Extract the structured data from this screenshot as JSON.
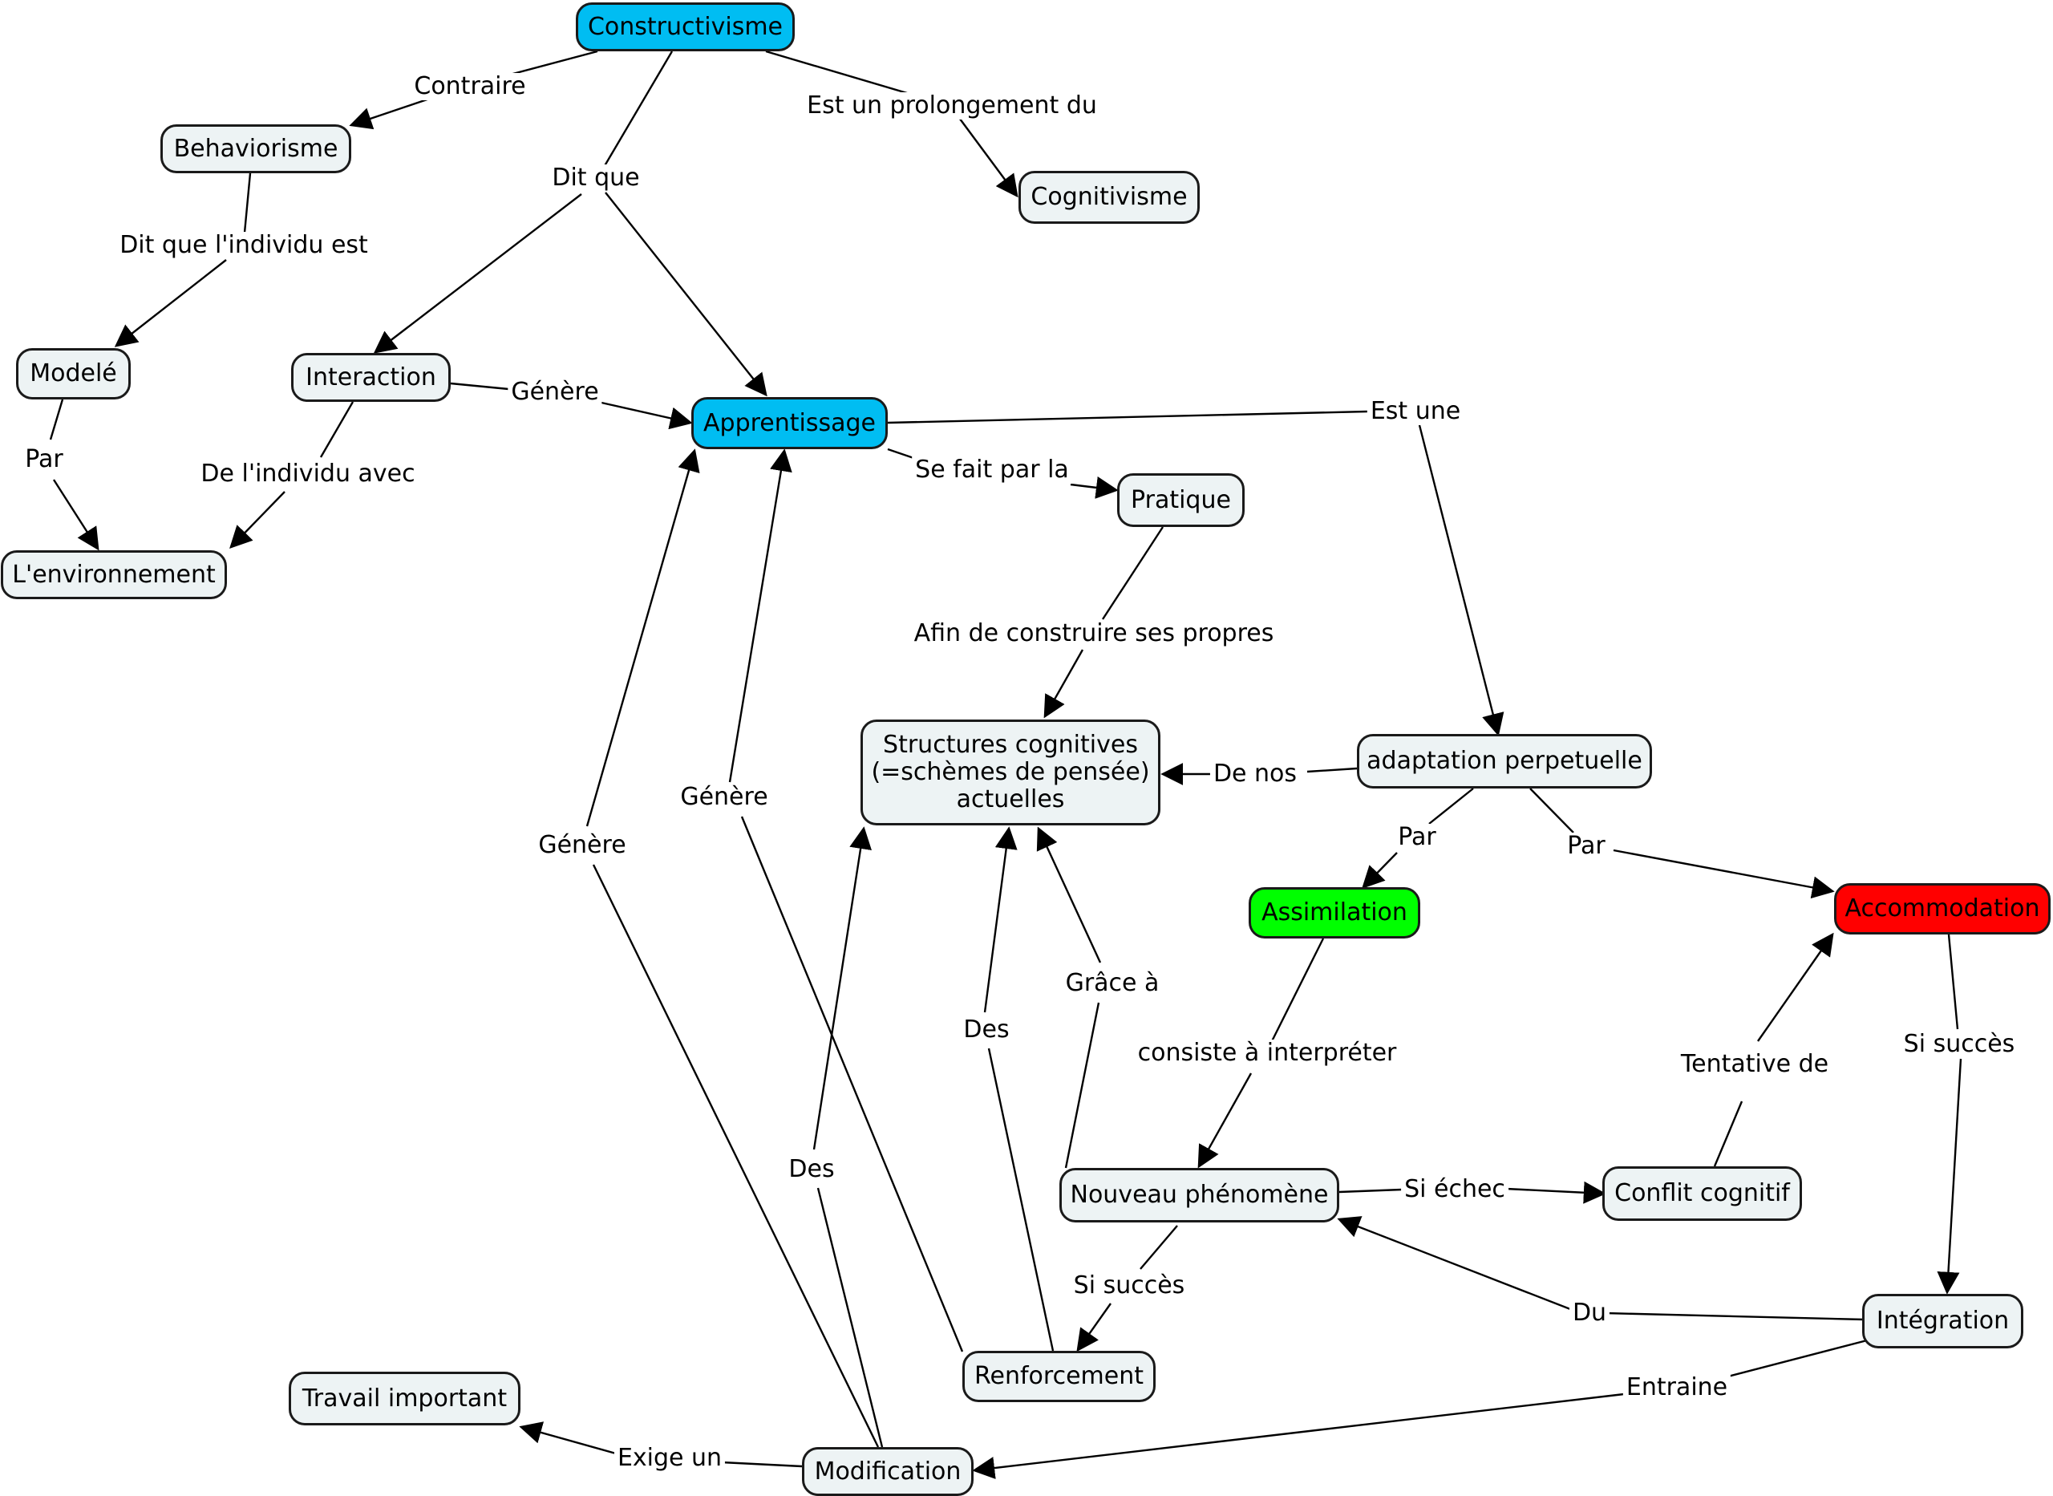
{
  "nodes": {
    "constructivisme": "Constructivisme",
    "behaviorisme": "Behaviorisme",
    "cognitivisme": "Cognitivisme",
    "modele": "Modelé",
    "interaction": "Interaction",
    "apprentissage": "Apprentissage",
    "environnement": "L'environnement",
    "pratique": "Pratique",
    "structures": "Structures cognitives\n(=schèmes de pensée)\nactuelles",
    "adaptation": "adaptation perpetuelle",
    "assimilation": "Assimilation",
    "accommodation": "Accommodation",
    "nouveau": "Nouveau phénomène",
    "conflit": "Conflit cognitif",
    "integration": "Intégration",
    "renforcement": "Renforcement",
    "travail": "Travail important",
    "modification": "Modification"
  },
  "links": {
    "contraire": "Contraire",
    "prolongement": "Est un prolongement du",
    "dit_que": "Dit que",
    "dit_que_individu": "Dit que l'individu est",
    "par_modele": "Par",
    "genere_interaction": "Génère",
    "individu_avec": "De l'individu avec",
    "est_une": "Est une",
    "se_fait_par": "Se fait par la",
    "afin_de": "Afin de construire ses propres",
    "de_nos": "De nos",
    "par_assim": "Par",
    "par_accom": "Par",
    "genere_modif": "Génère",
    "genere_renf": "Génère",
    "grace_a": "Grâce à",
    "des_renf": "Des",
    "des_modif": "Des",
    "consiste": "consiste à interpréter",
    "si_echec": "Si échec",
    "tentative": "Tentative de",
    "si_succes_accom": "Si succès",
    "si_succes_nouveau": "Si succès",
    "du": "Du",
    "entraine": "Entraine",
    "exige": "Exige un"
  },
  "colors": {
    "node_fill": "#edf3f4",
    "blue": "#00bdf2",
    "green": "#00ff00",
    "red": "#ff0000",
    "line": "#000000"
  }
}
